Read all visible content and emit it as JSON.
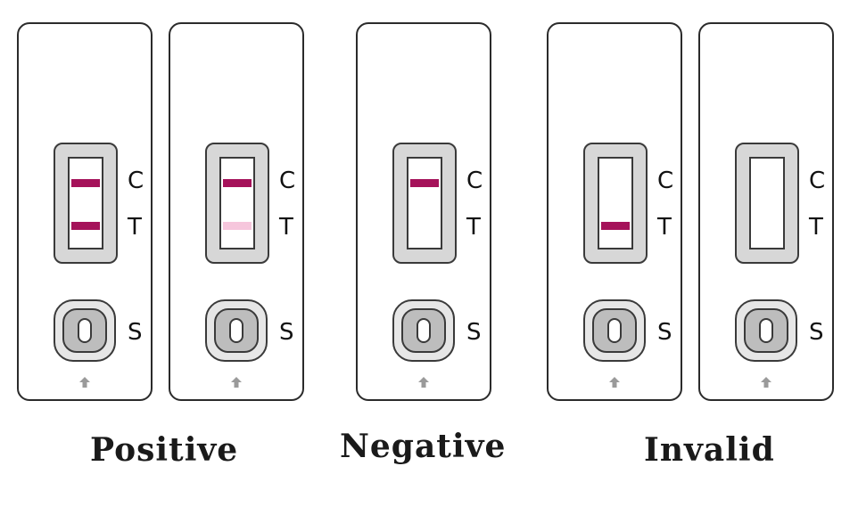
{
  "labels": {
    "control": "C",
    "test": "T",
    "sample": "S"
  },
  "colors": {
    "strong_band": "#a5125a",
    "faint_band": "#f6c6dc"
  },
  "groups": [
    {
      "caption": "Positive"
    },
    {
      "caption": "Negative"
    },
    {
      "caption": "Invalid"
    }
  ],
  "cassettes": [
    {
      "group": "Positive",
      "c_line": "strong",
      "t_line": "strong"
    },
    {
      "group": "Positive",
      "c_line": "strong",
      "t_line": "faint"
    },
    {
      "group": "Negative",
      "c_line": "strong",
      "t_line": "none"
    },
    {
      "group": "Invalid",
      "c_line": "none",
      "t_line": "strong"
    },
    {
      "group": "Invalid",
      "c_line": "none",
      "t_line": "none"
    }
  ]
}
